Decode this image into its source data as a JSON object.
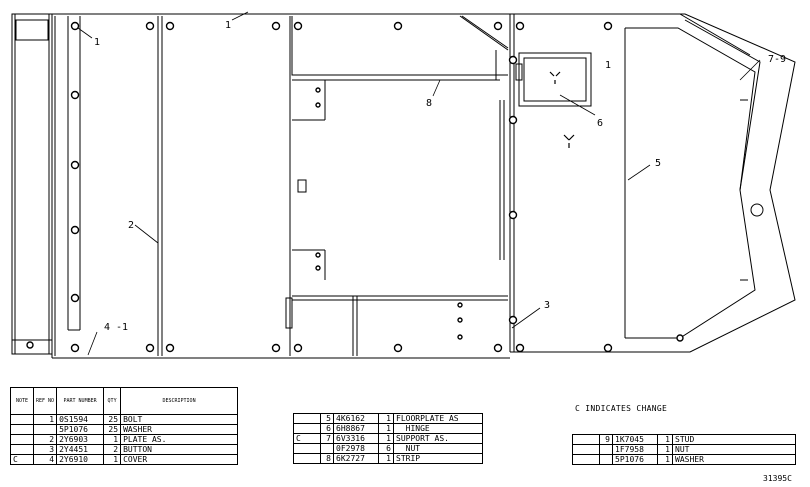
{
  "drawing": {
    "callouts": {
      "c1a": "1",
      "c1b": "1",
      "c1c": "1",
      "c2": "2",
      "c3": "3",
      "c41": "4 -1",
      "c5": "5",
      "c6": "6",
      "c79": "7-9",
      "c8": "8"
    },
    "legend": "C INDICATES CHANGE",
    "drawing_number": "31395C"
  },
  "table1": {
    "headers": {
      "note": "NOTE",
      "ref": "REF NO",
      "part": "PART NUMBER",
      "qty": "QTY",
      "desc": "DESCRIPTION"
    },
    "rows": [
      {
        "note": "",
        "ref": "1",
        "part": "0S1594",
        "qty": "25",
        "desc": "BOLT"
      },
      {
        "note": "",
        "ref": "",
        "part": "5P1076",
        "qty": "25",
        "desc": "WASHER"
      },
      {
        "note": "",
        "ref": "2",
        "part": "2Y6903",
        "qty": "1",
        "desc": "PLATE AS."
      },
      {
        "note": "",
        "ref": "3",
        "part": "2Y4451",
        "qty": "2",
        "desc": "BUTTON"
      },
      {
        "note": "C",
        "ref": "4",
        "part": "2Y6910",
        "qty": "1",
        "desc": "COVER"
      }
    ]
  },
  "table2": {
    "rows": [
      {
        "note": "",
        "ref": "5",
        "part": "4K6162",
        "qty": "1",
        "desc": "FLOORPLATE AS"
      },
      {
        "note": "",
        "ref": "6",
        "part": "6H8867",
        "qty": "1",
        "desc": "  HINGE"
      },
      {
        "note": "C",
        "ref": "7",
        "part": "6V3316",
        "qty": "1",
        "desc": "SUPPORT AS."
      },
      {
        "note": "",
        "ref": "",
        "part": "0F2978",
        "qty": "6",
        "desc": "  NUT"
      },
      {
        "note": "",
        "ref": "8",
        "part": "6K2727",
        "qty": "1",
        "desc": "STRIP"
      }
    ]
  },
  "table3": {
    "rows": [
      {
        "note": "",
        "ref": "9",
        "part": "1K7045",
        "qty": "1",
        "desc": "STUD"
      },
      {
        "note": "",
        "ref": "",
        "part": "1F7958",
        "qty": "1",
        "desc": "NUT"
      },
      {
        "note": "",
        "ref": "",
        "part": "5P1076",
        "qty": "1",
        "desc": "WASHER"
      }
    ]
  }
}
